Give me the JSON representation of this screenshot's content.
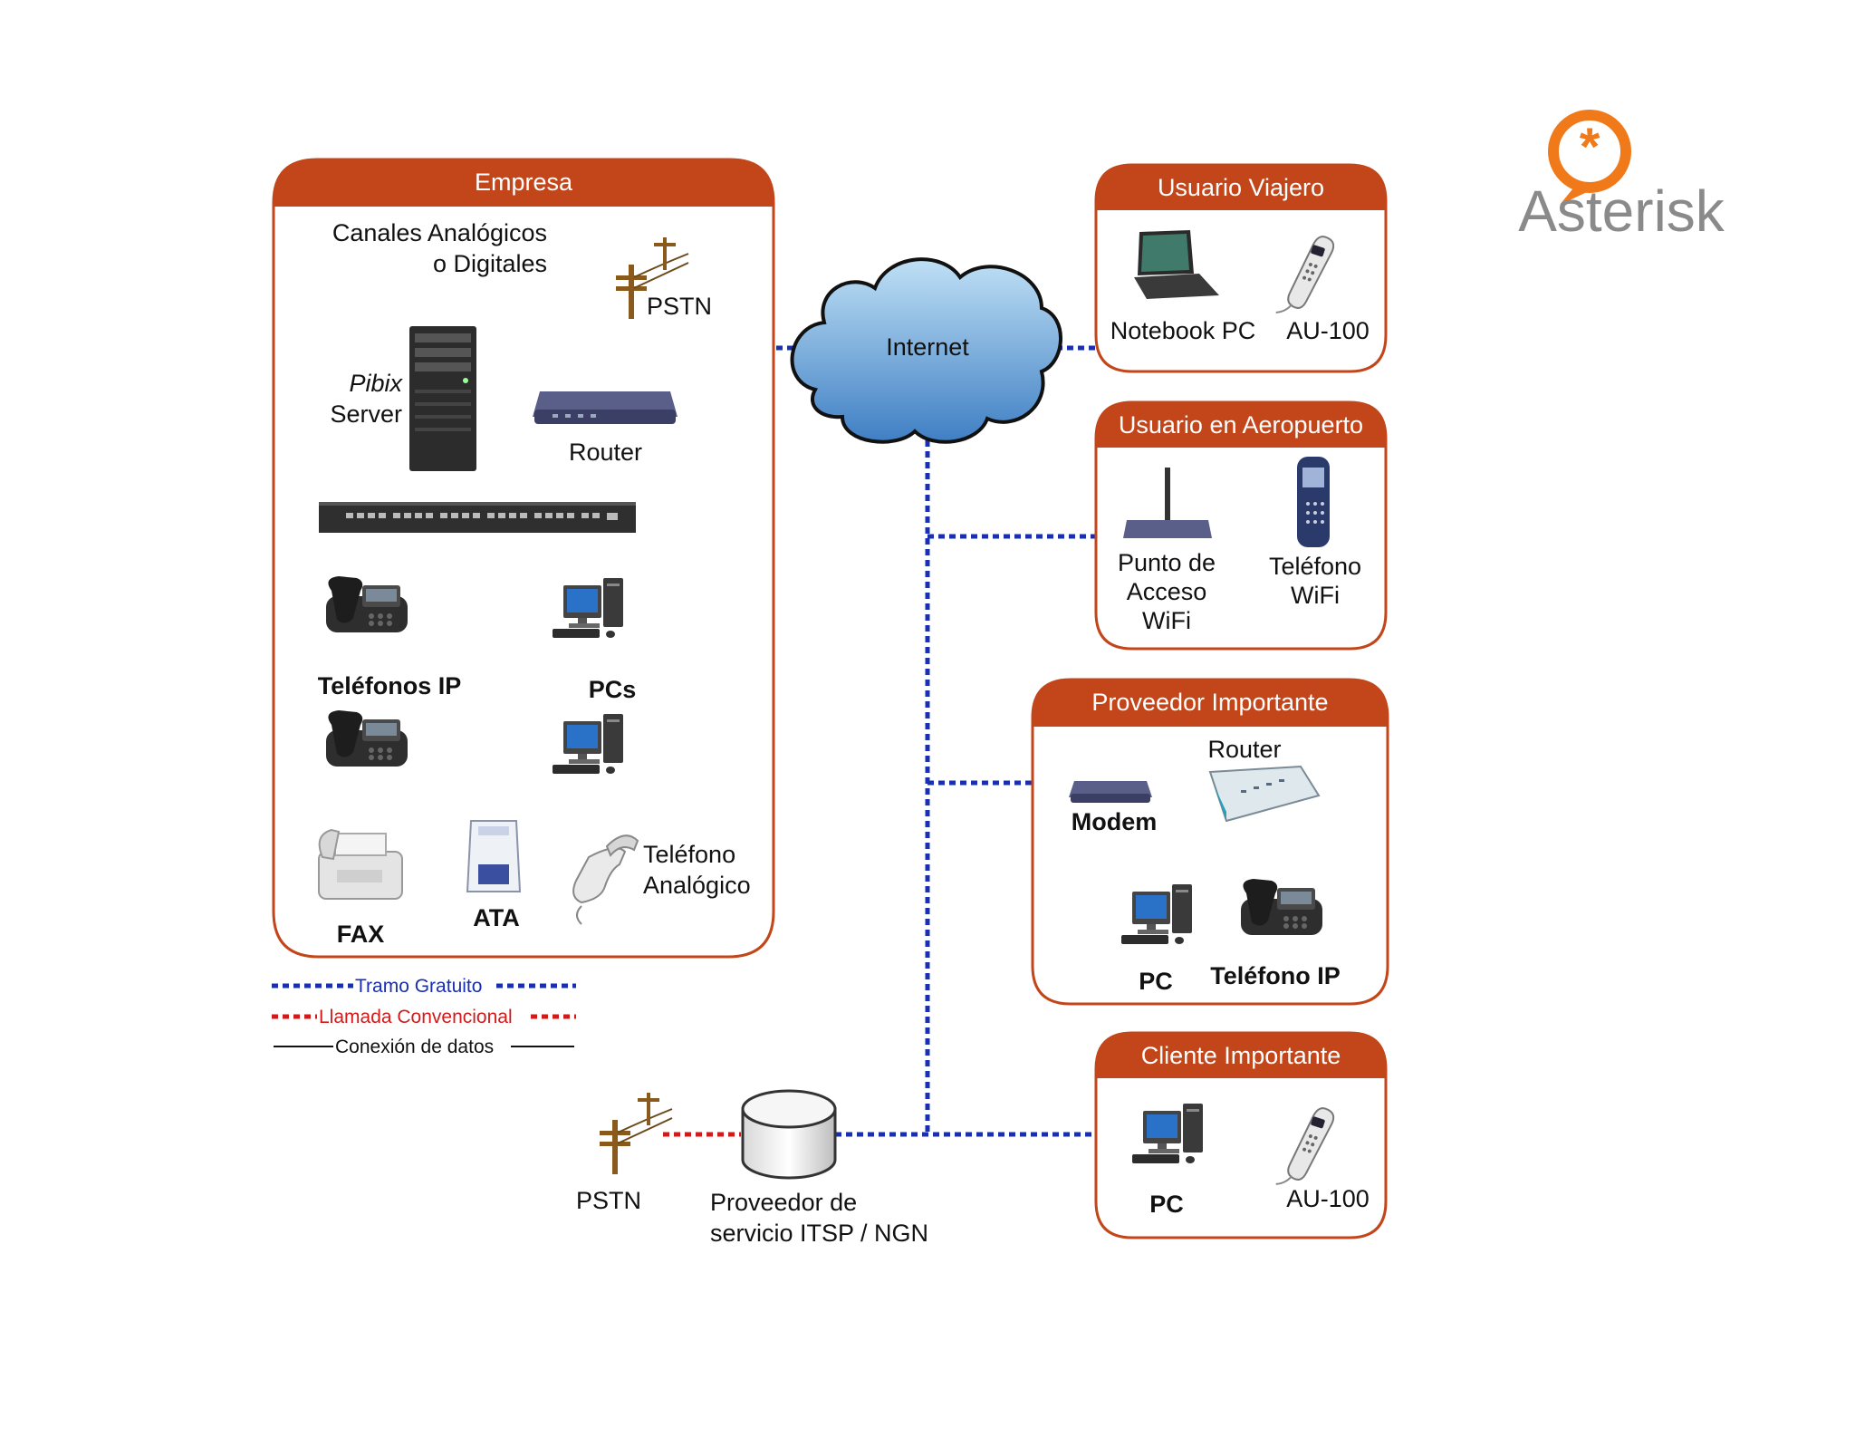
{
  "logo": {
    "text": "Asterisk",
    "brand_color": "#f07a1a"
  },
  "colors": {
    "header": "#c2461a",
    "free_line": "#1a2fb0",
    "conventional_line": "#d21a1a"
  },
  "groups": {
    "empresa": {
      "title": "Empresa",
      "channels_line1": "Canales Analógicos",
      "channels_line2": "o Digitales",
      "pstn": "PSTN",
      "server_line1": "Pibix",
      "server_line2": "Server",
      "router": "Router",
      "ip_phones": "Teléfonos IP",
      "pcs": "PCs",
      "fax": "FAX",
      "ata": "ATA",
      "analog_phone_line1": "Teléfono",
      "analog_phone_line2": "Analógico"
    },
    "usuario_viajero": {
      "title": "Usuario Viajero",
      "notebook": "Notebook PC",
      "au100": "AU-100"
    },
    "usuario_aeropuerto": {
      "title": "Usuario en Aeropuerto",
      "ap_line1": "Punto de",
      "ap_line2": "Acceso",
      "ap_line3": "WiFi",
      "phone_line1": "Teléfono",
      "phone_line2": "WiFi"
    },
    "proveedor": {
      "title": "Proveedor Importante",
      "router": "Router",
      "modem": "Modem",
      "pc": "PC",
      "ip_phone": "Teléfono IP"
    },
    "cliente": {
      "title": "Cliente Importante",
      "pc": "PC",
      "au100": "AU-100"
    }
  },
  "internet": "Internet",
  "itsp": {
    "pstn": "PSTN",
    "line1": "Proveedor de",
    "line2": "servicio ITSP / NGN"
  },
  "legend": {
    "free": "Tramo Gratuito",
    "conventional": "Llamada Convencional",
    "data": "Conexión de datos"
  },
  "icons": [
    "pbx-server-icon",
    "router-icon",
    "switch-icon",
    "ip-phone-icon",
    "desktop-pc-icon",
    "fax-icon",
    "ata-icon",
    "analog-phone-icon",
    "pstn-pole-icon",
    "cloud-icon",
    "laptop-icon",
    "usb-phone-icon",
    "wifi-ap-icon",
    "cell-phone-icon",
    "modem-icon",
    "database-cylinder-icon"
  ]
}
